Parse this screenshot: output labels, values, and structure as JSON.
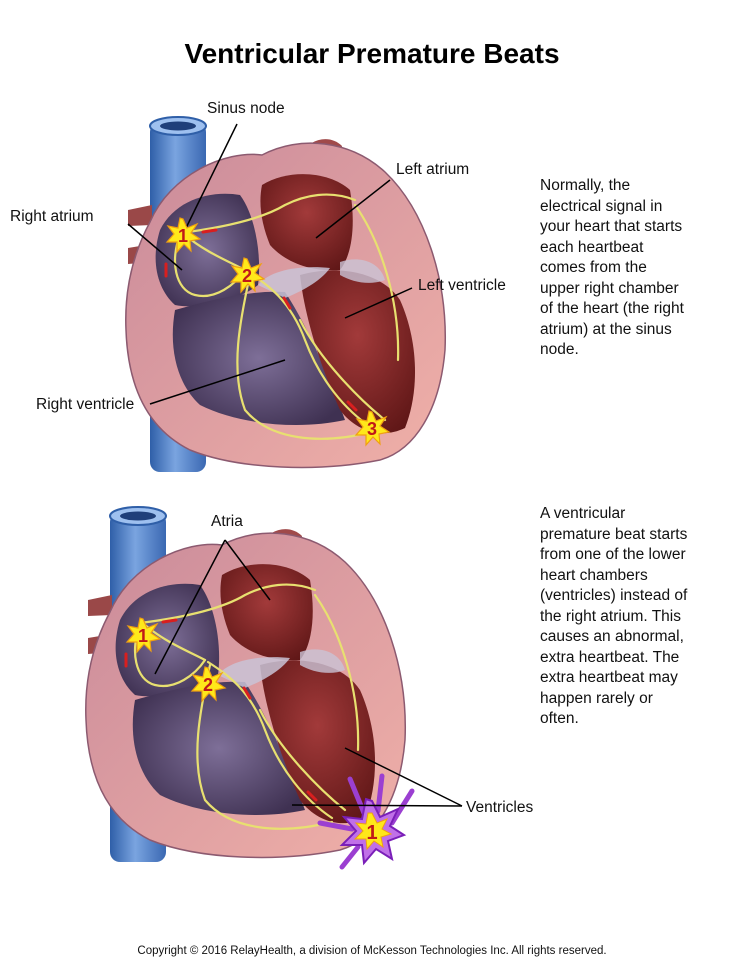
{
  "title": "Ventricular Premature Beats",
  "panel1": {
    "labels": {
      "sinus_node": "Sinus node",
      "left_atrium": "Left atrium",
      "right_atrium": "Right atrium",
      "left_ventricle": "Left ventricle",
      "right_ventricle": "Right ventricle"
    },
    "markers": [
      "1",
      "2",
      "3"
    ],
    "description": "Normally, the\nelectrical signal in\nyour heart that starts\neach heartbeat\ncomes from the\nupper right chamber\nof the heart (the right\natrium) at the sinus\nnode."
  },
  "panel2": {
    "labels": {
      "atria": "Atria",
      "ventricles": "Ventricles"
    },
    "markers": [
      "1",
      "2",
      "1"
    ],
    "description": "A ventricular\npremature beat starts\nfrom one of the lower\nheart chambers\n(ventricles) instead of\nthe right atrium. This\ncauses an abnormal,\nextra heartbeat. The\nextra heartbeat may\nhappen rarely or\noften."
  },
  "copyright": "Copyright © 2016 RelayHealth, a division of McKesson Technologies Inc. All rights reserved.",
  "colors": {
    "vein": "#4f7fc8",
    "heart_outer": "#e8a0a0",
    "chamber": "#6a5a80",
    "muscle": "#8a2a2a",
    "conduction": "#e8e070",
    "spark": "#ffe81a",
    "ectopic": "#9b3fd1"
  }
}
